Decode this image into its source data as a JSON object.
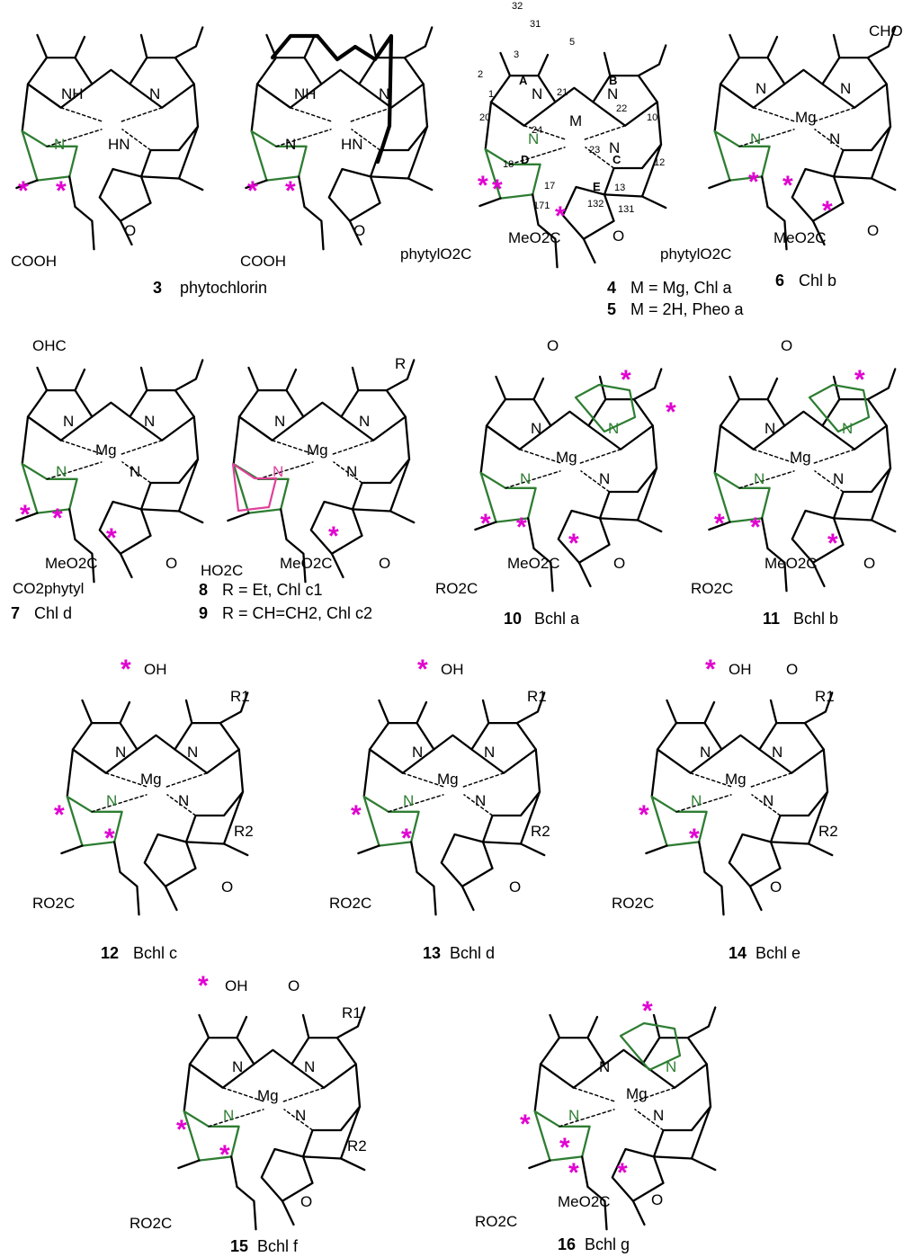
{
  "compounds": [
    {
      "number": "3",
      "name": "phytochlorin"
    },
    {
      "number": "4",
      "name": "M = Mg, Chl a"
    },
    {
      "number": "5",
      "name": "M = 2H, Pheo a"
    },
    {
      "number": "6",
      "name": "Chl b"
    },
    {
      "number": "7",
      "name": "Chl d"
    },
    {
      "number": "8",
      "name": "R = Et, Chl c1"
    },
    {
      "number": "9",
      "name": "R = CH=CH2, Chl c2"
    },
    {
      "number": "10",
      "name": "Bchl a"
    },
    {
      "number": "11",
      "name": "Bchl b"
    },
    {
      "number": "12",
      "name": "Bchl c"
    },
    {
      "number": "13",
      "name": "Bchl d"
    },
    {
      "number": "14",
      "name": "Bchl e"
    },
    {
      "number": "15",
      "name": "Bchl f"
    },
    {
      "number": "16",
      "name": "Bchl g"
    }
  ],
  "atoms": {
    "n": "N",
    "nh": "NH",
    "hn": "HN",
    "n21": "N",
    "n22": "N",
    "n23": "N",
    "n24": "N",
    "m": "M",
    "mg": "Mg",
    "o": "O",
    "oh": "OH",
    "cho": "CHO",
    "ohc": "OHC",
    "cooh": "COOH",
    "co2phytyl": "CO2phytyl",
    "phytylo2c": "phytylO2C",
    "meo2c": "MeO2C",
    "ho2c": "HO2C",
    "ro2c": "RO2C",
    "r": "R",
    "r1": "R1",
    "r2": "R2",
    "r2b": "R2"
  },
  "numbering": [
    "1",
    "2",
    "3",
    "31",
    "32",
    "5",
    "10",
    "12",
    "13",
    "131",
    "132",
    "17",
    "171",
    "18",
    "20",
    "21",
    "22",
    "23",
    "24"
  ],
  "rings": [
    "A",
    "B",
    "C",
    "D",
    "E"
  ]
}
